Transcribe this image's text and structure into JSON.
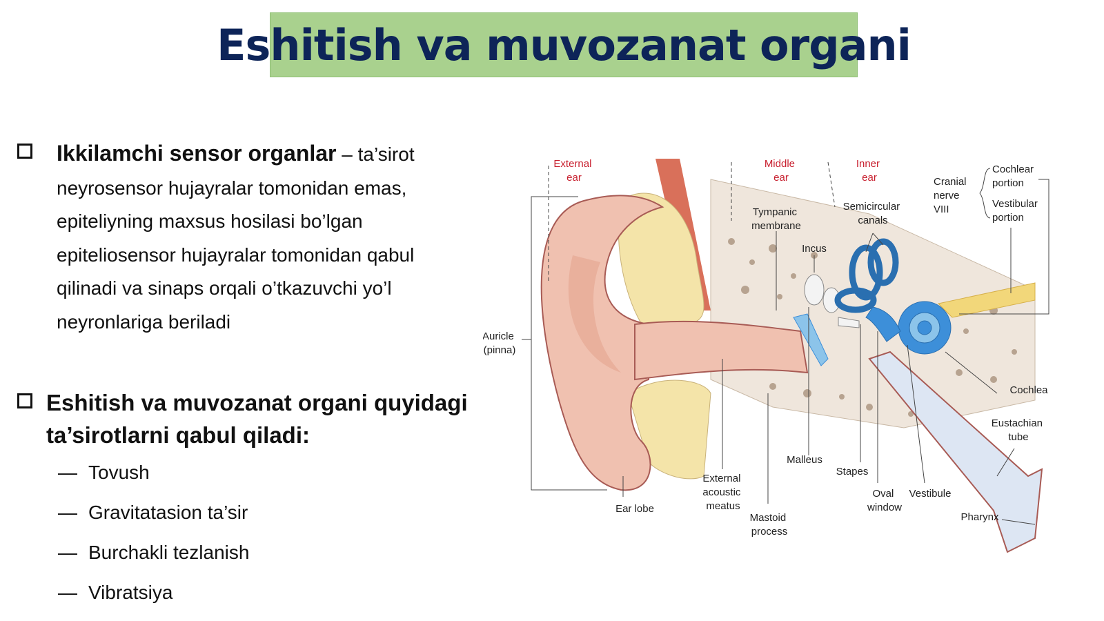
{
  "title": "Eshitish va muvozanat organi",
  "bullet1": {
    "strong": "Ikkilamchi sensor organlar",
    "dash": " – ",
    "lines": [
      "ta’sirot",
      "neyrosensor hujayralar tomonidan emas,",
      "epiteliyning maxsus hosilasi bo’lgan",
      "epiteliosensor hujayralar tomonidan qabul",
      "qilinadi va sinaps orqali o’tkazuvchi yo’l",
      "neyronlariga beriladi"
    ]
  },
  "bullet2": {
    "lines": [
      "Eshitish va muvozanat organi quyidagi",
      "ta’sirotlarni qabul qiladi:"
    ],
    "items": [
      "Tovush",
      "Gravitatasion ta’sir",
      "Burchakli tezlanish",
      "Vibratsiya"
    ],
    "dash": "—"
  },
  "diagram": {
    "sections": {
      "external": [
        "External",
        "ear"
      ],
      "middle": [
        "Middle",
        "ear"
      ],
      "inner": [
        "Inner",
        "ear"
      ]
    },
    "labels": {
      "auricle": [
        "Auricle",
        "(pinna)"
      ],
      "ear_lobe": "Ear lobe",
      "external_meatus": [
        "External",
        "acoustic",
        "meatus"
      ],
      "mastoid": [
        "Mastoid",
        "process"
      ],
      "malleus": "Malleus",
      "stapes": "Stapes",
      "oval_window": [
        "Oval",
        "window"
      ],
      "vestibule": "Vestibule",
      "pharynx": "Pharynx",
      "eustachian": [
        "Eustachian",
        "tube"
      ],
      "cochlea": "Cochlea",
      "tympanic": [
        "Tympanic",
        "membrane"
      ],
      "incus": "Incus",
      "semicircular": [
        "Semicircular",
        "canals"
      ],
      "cranial": [
        "Cranial",
        "nerve",
        "VIII"
      ],
      "cochlear_portion": [
        "Cochlear",
        "portion"
      ],
      "vestibular_portion": [
        "Vestibular",
        "portion"
      ]
    },
    "colors": {
      "skin": "#f0c1b0",
      "skin_dark": "#a85b55",
      "cartilage": "#f4e4a9",
      "bone": "#efe6dc",
      "inner_ear": "#3d8fd9",
      "muscle": "#d9705a",
      "nerve": "#f2d77a"
    }
  }
}
